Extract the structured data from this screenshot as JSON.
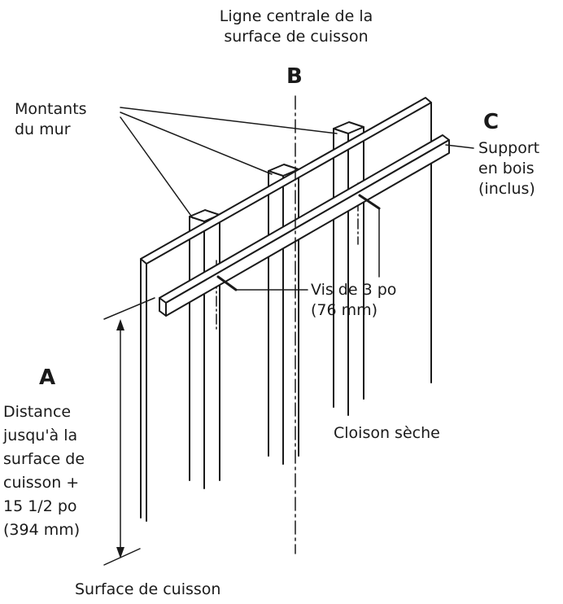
{
  "labels": {
    "centerline": [
      "Ligne centrale de la",
      "surface de cuisson"
    ],
    "letter_b": "B",
    "studs": [
      "Montants",
      "du mur"
    ],
    "letter_c": "C",
    "support": [
      "Support",
      "en bois",
      "(inclus)"
    ],
    "screws": [
      "Vis de 3 po",
      "(76 mm)"
    ],
    "letter_a": "A",
    "distance": [
      "Distance",
      "jusqu'à la",
      "surface de",
      "cuisson +",
      "15 1/2 po",
      "(394 mm)"
    ],
    "drywall": "Cloison sèche",
    "cooking_surface": "Surface de cuisson"
  },
  "colors": {
    "line": "#1a1a1a",
    "background": "#ffffff"
  }
}
